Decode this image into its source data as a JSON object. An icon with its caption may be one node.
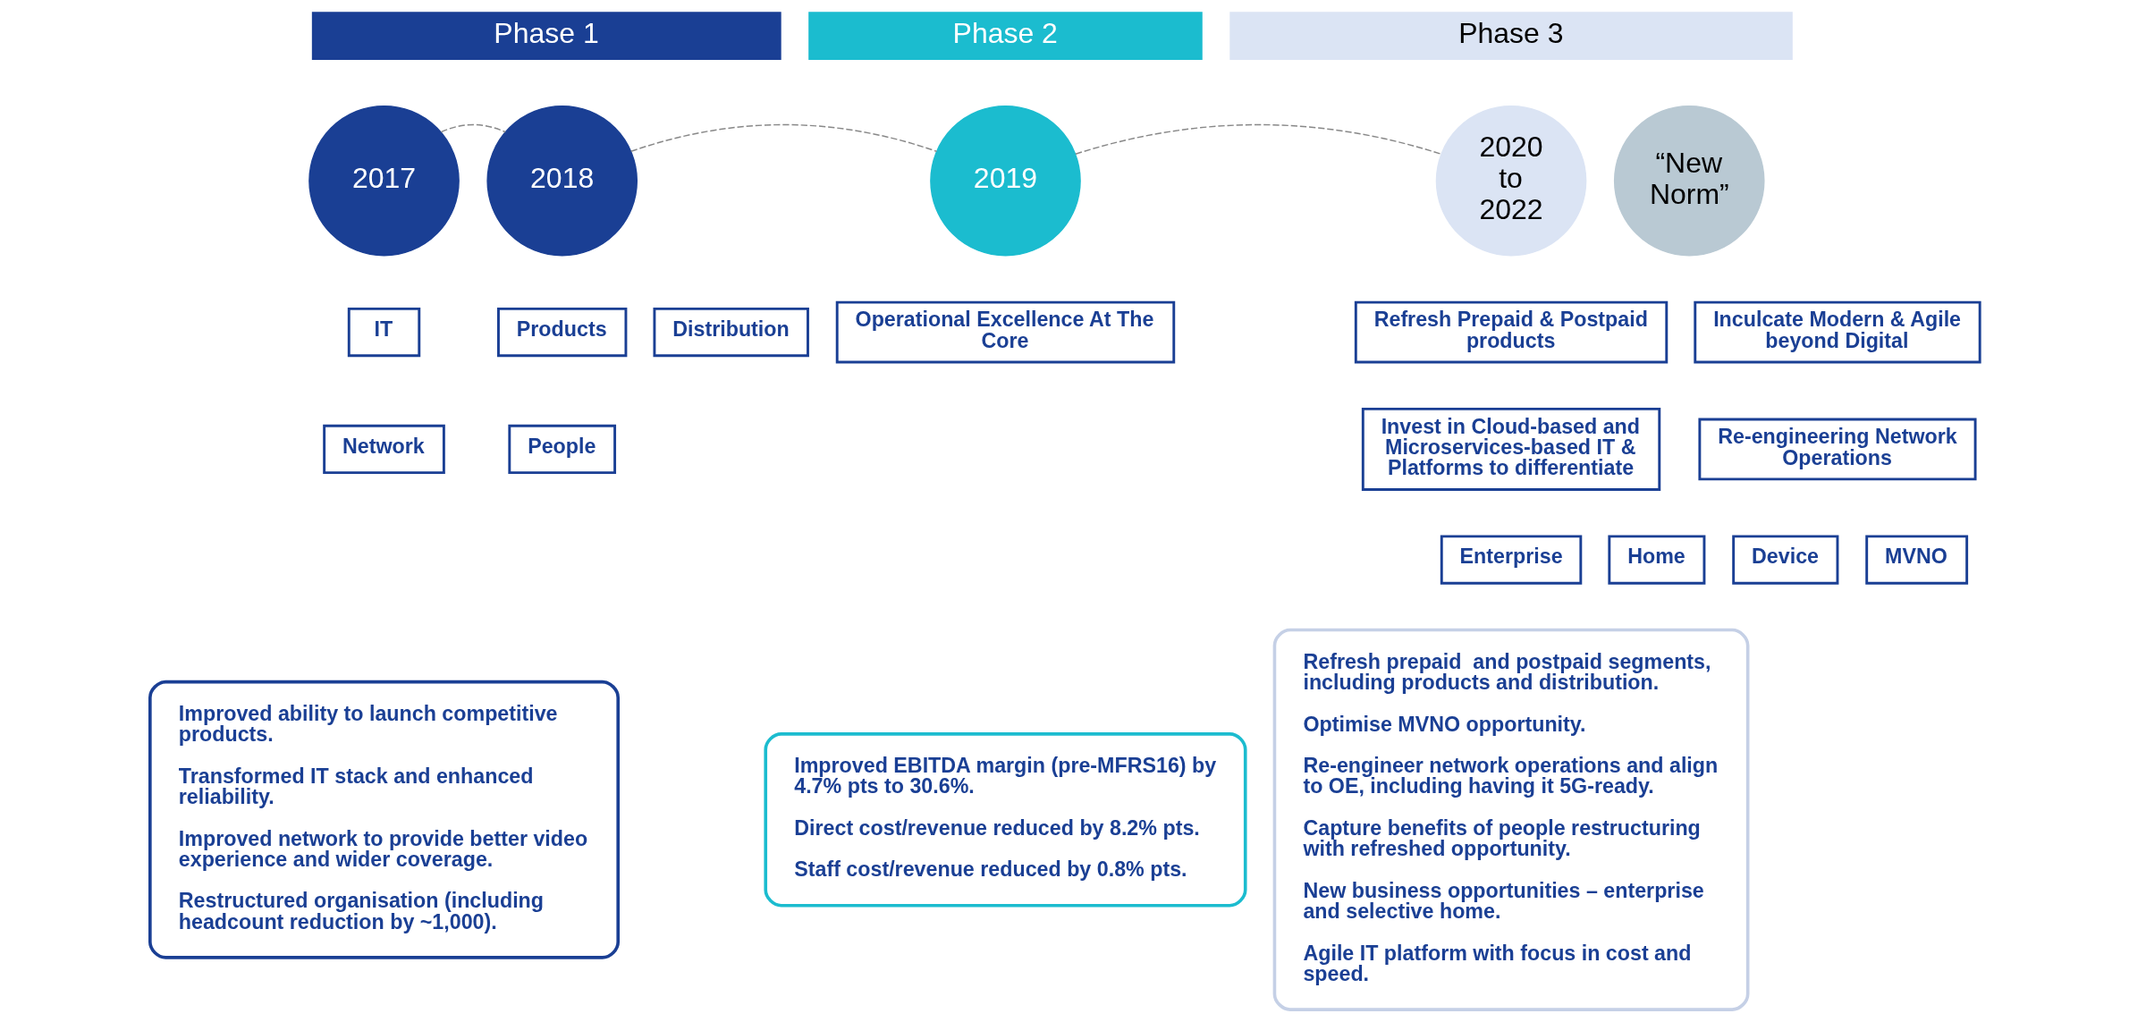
{
  "diagram": {
    "nodes": [
      {
        "text": [
          "Phase 1"
        ]
      },
      {
        "text": [
          "Phase 2"
        ]
      },
      {
        "text": [
          "Phase 3"
        ]
      },
      {
        "text": [
          "2017"
        ]
      },
      {
        "text": [
          "2018"
        ]
      },
      {
        "text": [
          "2019"
        ]
      },
      {
        "text": [
          "2020 to 2022"
        ]
      },
      {
        "text": [
          "“New Norm”"
        ]
      },
      {
        "text": [
          "IT"
        ]
      },
      {
        "text": [
          "Products"
        ]
      },
      {
        "text": [
          "Distribution"
        ]
      },
      {
        "text": [
          "Network"
        ]
      },
      {
        "text": [
          "People"
        ]
      },
      {
        "text": [
          "Operational Excellence At The Core"
        ]
      },
      {
        "text": [
          "Refresh Prepaid & Postpaid products"
        ]
      },
      {
        "text": [
          "Inculcate Modern & Agile beyond Digital"
        ]
      },
      {
        "text": [
          "Invest in Cloud-based and Microservices-based IT & Platforms to differentiate"
        ]
      },
      {
        "text": [
          "Re-engineering Network Operations"
        ]
      },
      {
        "text": [
          "Enterprise"
        ]
      },
      {
        "text": [
          "Home"
        ]
      },
      {
        "text": [
          "Device"
        ]
      },
      {
        "text": [
          "MVNO"
        ]
      },
      {
        "text": [
          "Improved ability to launch competitive products.",
          "Transformed IT stack and enhanced reliability.",
          "Improved network to provide better video experience and wider coverage.",
          "Restructured organisation (including headcount reduction by ~1,000)."
        ]
      },
      {
        "text": [
          "Improved EBITDA margin (pre-MFRS16) by 4.7% pts to 30.6%.",
          "Direct cost/revenue reduced by 8.2% pts.",
          "Staff cost/revenue reduced by 0.8% pts."
        ]
      },
      {
        "text": [
          "Refresh prepaid  and postpaid segments, including products and distribution.",
          "Optimise MVNO opportunity.",
          "Re-engineer network operations and align to OE, including having it 5G-ready.",
          "Capture benefits of people restructuring with refreshed opportunity.",
          "New business opportunities – enterprise and selective home.",
          "Agile IT platform with focus in cost and speed."
        ]
      }
    ],
    "edges": [
      {
        "from": 3,
        "to": 4,
        "arrow": "none",
        "style": "dashed"
      },
      {
        "from": 4,
        "to": 5,
        "arrow": "none",
        "style": "dashed"
      },
      {
        "from": 5,
        "to": 6,
        "arrow": "none",
        "style": "dashed"
      }
    ]
  }
}
